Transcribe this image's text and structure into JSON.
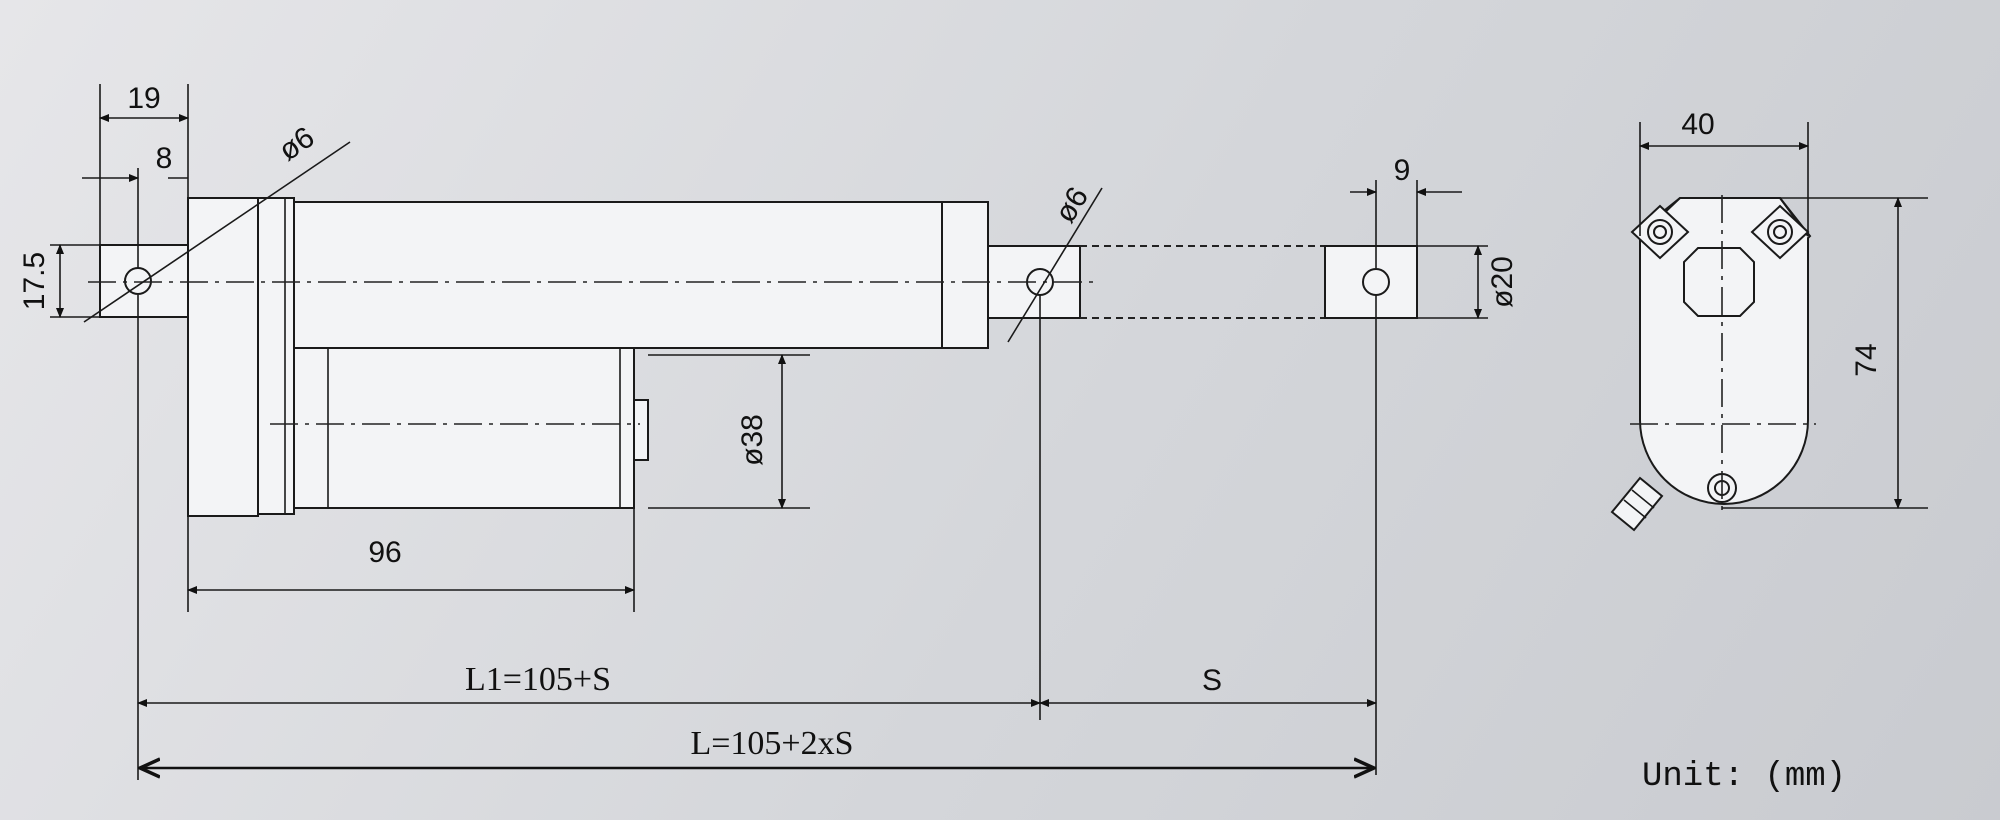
{
  "dimensions": {
    "d19": "19",
    "d8": "8",
    "phi6_left": "ø6",
    "d17_5": "17.5",
    "phi6_right": "ø6",
    "d9": "9",
    "phi20": "ø20",
    "phi38": "ø38",
    "d96": "96",
    "l1": "L1=105+S",
    "s": "S",
    "l": "L=105+2xS",
    "d40": "40",
    "d74": "74"
  },
  "unit_label": "Unit: (mm)"
}
